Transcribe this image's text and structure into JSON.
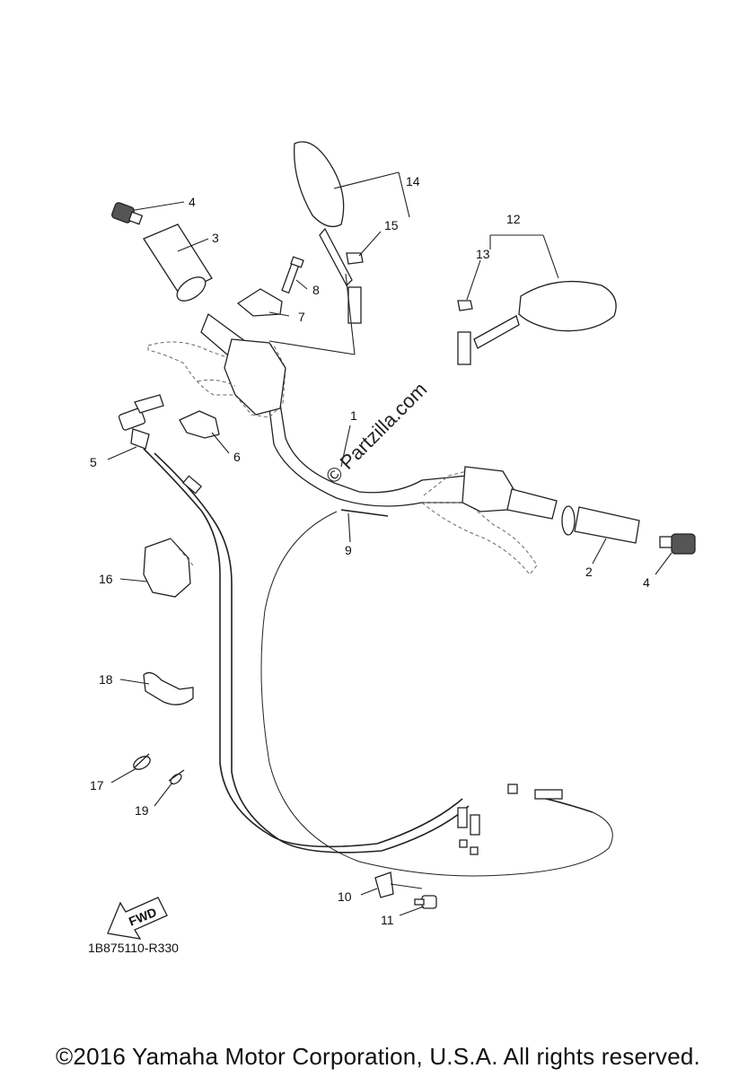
{
  "diagram": {
    "callouts": [
      {
        "id": "1",
        "text": "1"
      },
      {
        "id": "2",
        "text": "2"
      },
      {
        "id": "3",
        "text": "3"
      },
      {
        "id": "4a",
        "text": "4"
      },
      {
        "id": "4b",
        "text": "4"
      },
      {
        "id": "5",
        "text": "5"
      },
      {
        "id": "6",
        "text": "6"
      },
      {
        "id": "7",
        "text": "7"
      },
      {
        "id": "8",
        "text": "8"
      },
      {
        "id": "9",
        "text": "9"
      },
      {
        "id": "10",
        "text": "10"
      },
      {
        "id": "11",
        "text": "11"
      },
      {
        "id": "12",
        "text": "12"
      },
      {
        "id": "13",
        "text": "13"
      },
      {
        "id": "14",
        "text": "14"
      },
      {
        "id": "15",
        "text": "15"
      },
      {
        "id": "16",
        "text": "16"
      },
      {
        "id": "17",
        "text": "17"
      },
      {
        "id": "18",
        "text": "18"
      },
      {
        "id": "19",
        "text": "19"
      }
    ],
    "fwd_label": "FWD",
    "watermark": "© Partzilla.com",
    "drawing_code": "1B875110-R330"
  },
  "footer": {
    "copyright": "©2016 Yamaha Motor Corporation, U.S.A. All rights reserved."
  }
}
